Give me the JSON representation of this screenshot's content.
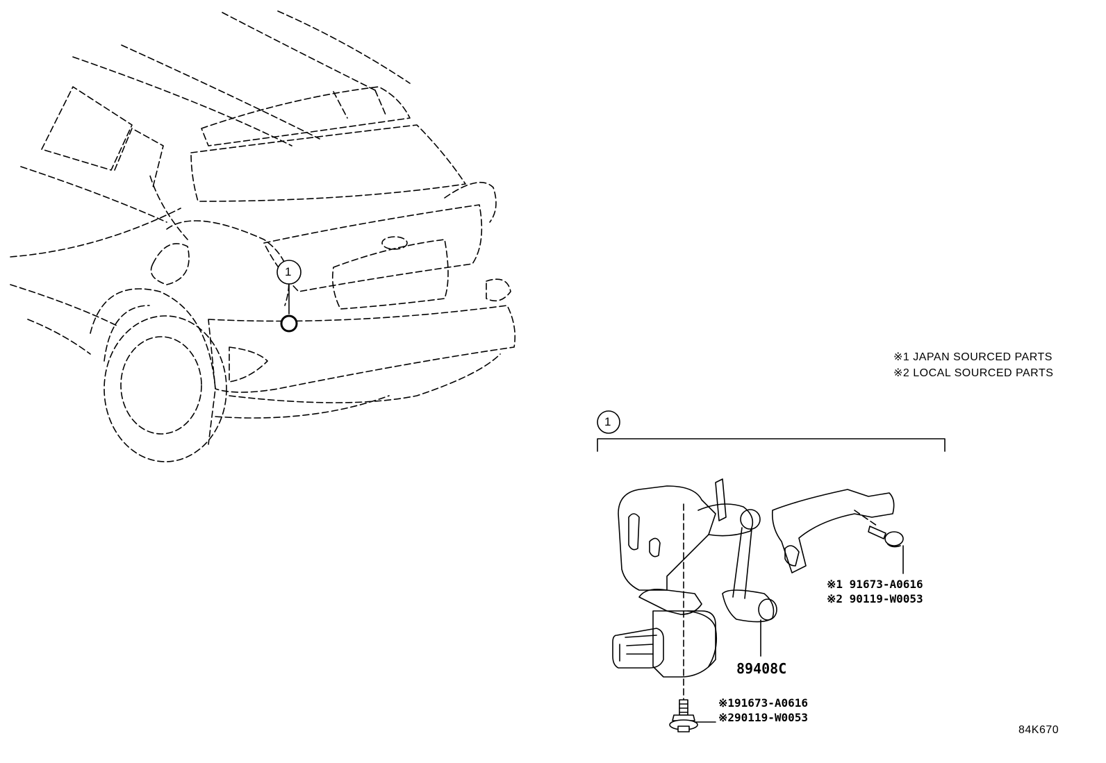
{
  "legend": {
    "note1": "※1 JAPAN SOURCED PARTS",
    "note2": "※2 LOCAL SOURCED PARTS"
  },
  "callout": {
    "vehicle": "1",
    "assembly": "1"
  },
  "parts": {
    "sensor": "89408C",
    "upper_bolt_japan": "※1 91673-A0616",
    "upper_bolt_local": "※2 90119-W0053",
    "lower_bolt_japan": "※191673-A0616",
    "lower_bolt_local": "※290119-W0053"
  },
  "figure_code": "84K670",
  "icons": [
    "callout-circle-icon",
    "location-marker-icon"
  ]
}
